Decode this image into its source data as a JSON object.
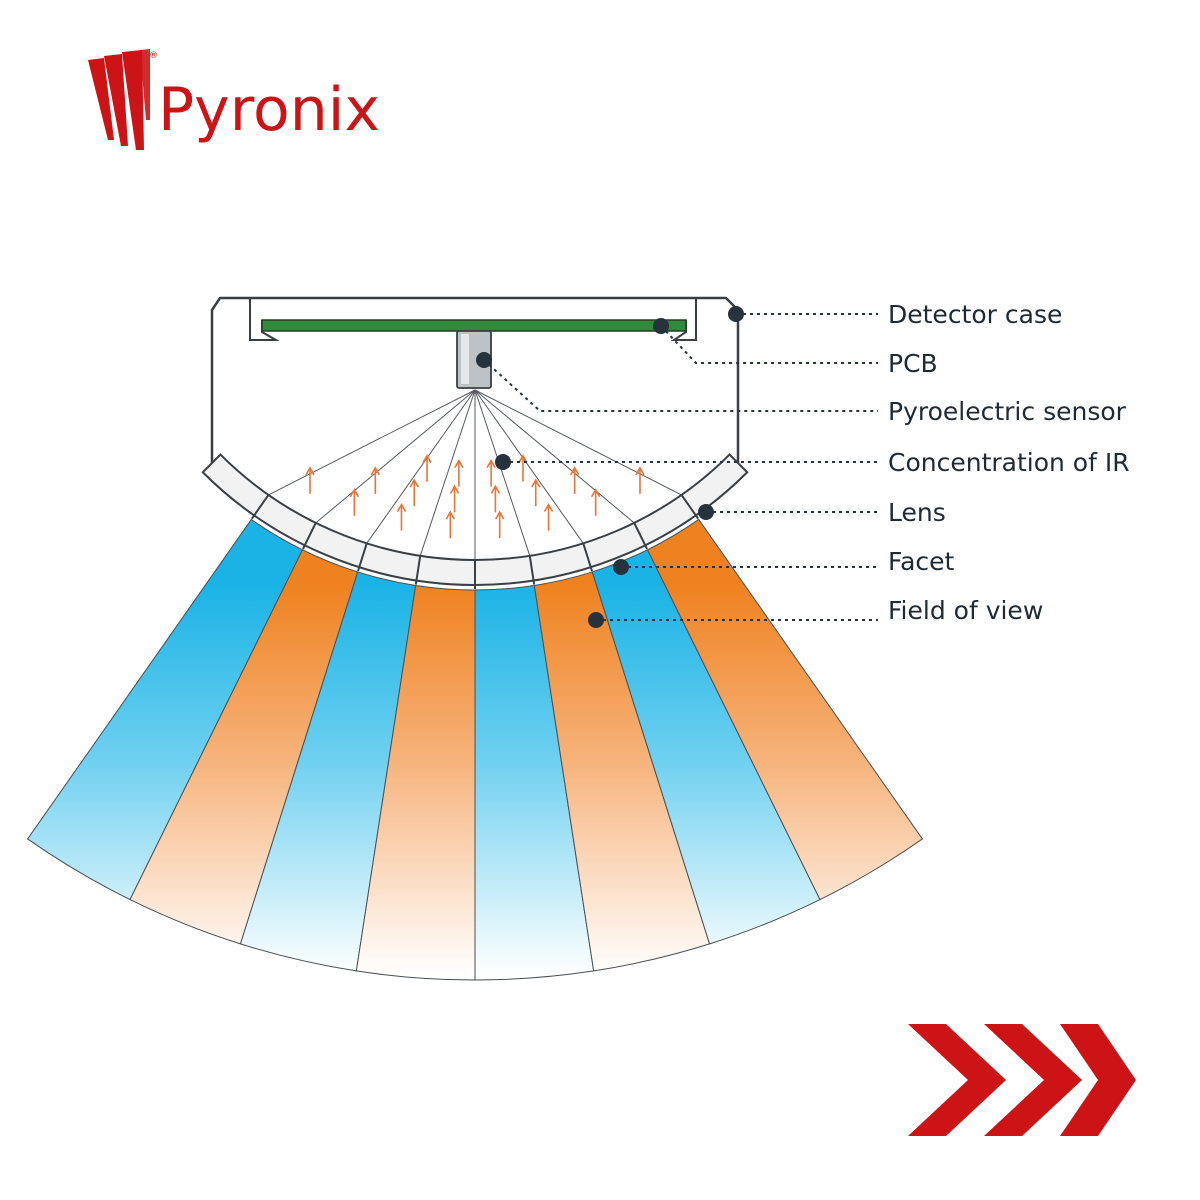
{
  "brand": {
    "name": "Pyronix",
    "registered_mark": "®",
    "color": "#cc1417"
  },
  "diagram": {
    "labels": [
      "Detector case",
      "PCB",
      "Pyroelectric sensor",
      "Concentration of IR",
      "Lens",
      "Facet",
      "Field of view"
    ],
    "colors": {
      "outline": "#3a3f44",
      "pcb": "#2f8a3c",
      "ir_arrows": "#e8753a",
      "leader": "#26323c",
      "beam_blue": "#1bb3e6",
      "beam_orange": "#ef8220"
    },
    "beam_pattern": [
      "blue",
      "orange",
      "blue",
      "orange",
      "blue",
      "orange",
      "blue",
      "orange"
    ]
  },
  "navigation": {
    "next_icon": "triple-chevron-right-icon",
    "color": "#cc1417"
  }
}
